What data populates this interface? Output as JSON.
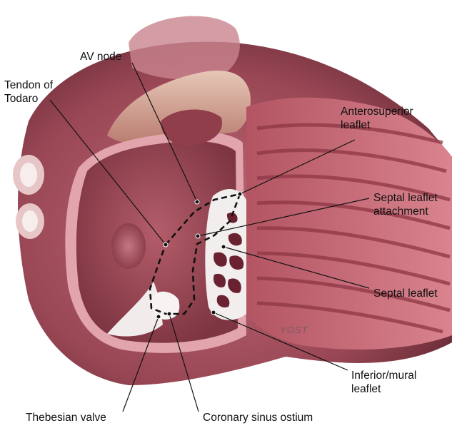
{
  "labels": {
    "av_node": "AV node",
    "tendon_of_todaro": "Tendon of\nTodaro",
    "anterosuperior_leaflet": "Anterosuperior\nleaflet",
    "septal_leaflet_attachment": "Septal leaflet\nattachment",
    "septal_leaflet": "Septal leaflet",
    "inferior_mural_leaflet": "Inferior/mural\nleaflet",
    "thebesian_valve": "Thebesian valve",
    "coronary_sinus_ostium": "Coronary sinus ostium"
  },
  "signature": "YOST",
  "colors": {
    "tissue_dark": "#6e2f3a",
    "tissue_mid": "#a24c5a",
    "tissue_light": "#d88a92",
    "chamber": "#9e4a57",
    "valve_white": "#f2eded",
    "leader": "#111111"
  }
}
